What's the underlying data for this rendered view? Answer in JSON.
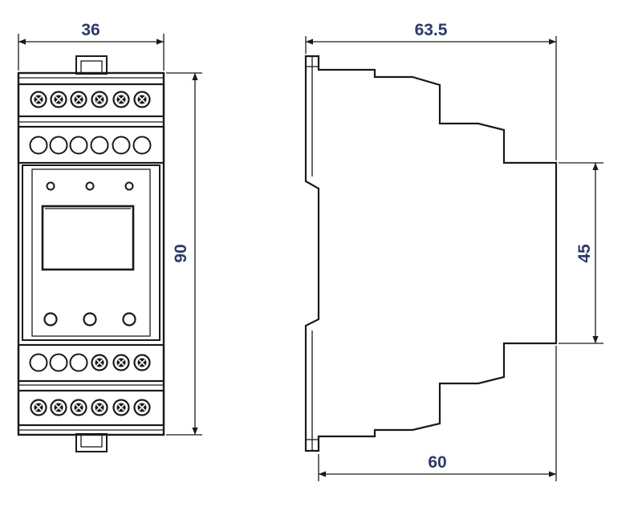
{
  "dimensions": {
    "front_width": "36",
    "front_height": "90",
    "side_depth_top": "63.5",
    "side_middle_height": "45",
    "side_depth_bottom": "60"
  },
  "colors": {
    "line": "#1a1a1a",
    "dimension_text": "#2b3a6b",
    "background": "#ffffff"
  }
}
